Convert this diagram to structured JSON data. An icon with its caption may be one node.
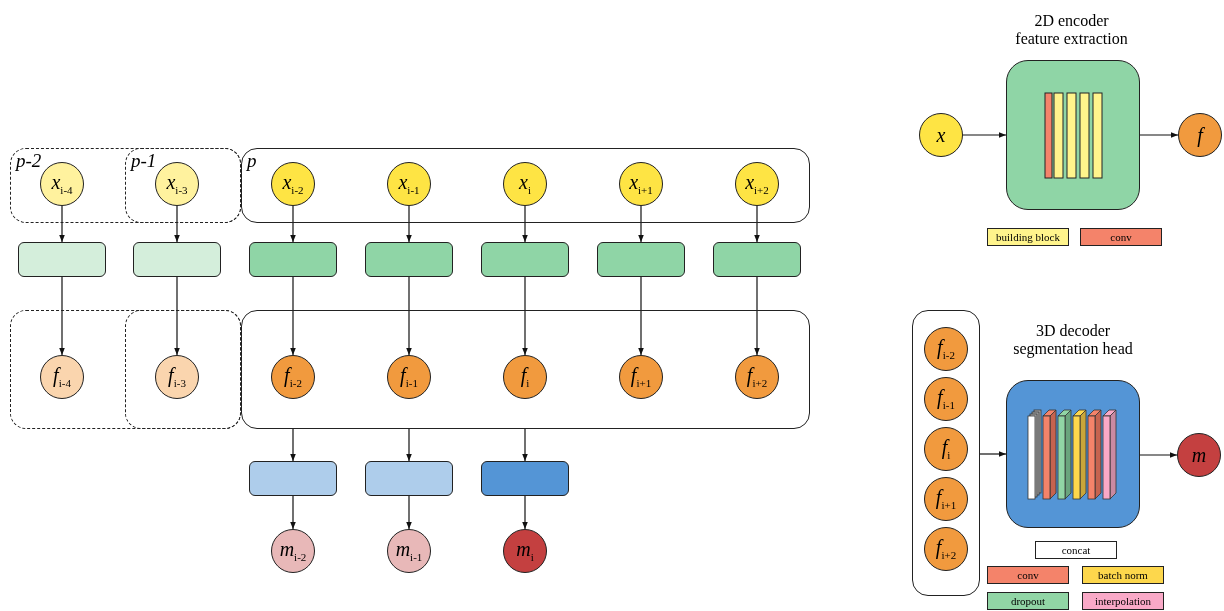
{
  "diagram": {
    "nodes": [
      {
        "text": [
          "p-2"
        ]
      },
      {
        "text": [
          "p-1"
        ],
        "in": 0
      },
      {
        "text": [
          "p"
        ]
      },
      {
        "text": [
          "x$_{i-4}$"
        ],
        "in": 0
      },
      {
        "text": [
          "x$_{i-3}$"
        ],
        "in": 1
      },
      {
        "text": [
          "x$_{i-2}$"
        ],
        "in": 2
      },
      {
        "text": [
          "x$_{i-1}$"
        ],
        "in": 2
      },
      {
        "text": [
          "x$_{i}$"
        ],
        "in": 2
      },
      {
        "text": [
          "x$_{i+1}$"
        ],
        "in": 2
      },
      {
        "text": [
          "x$_{i+2}$"
        ],
        "in": 2
      },
      {
        "text": [],
        "shape": "box"
      },
      {
        "text": [],
        "shape": "box"
      },
      {
        "text": [],
        "shape": "box"
      },
      {
        "text": [],
        "shape": "box"
      },
      {
        "text": [],
        "shape": "box"
      },
      {
        "text": [],
        "shape": "box"
      },
      {
        "text": [],
        "shape": "box"
      },
      {
        "text": [],
        "shape": "box"
      },
      {
        "text": [],
        "shape": "box",
        "in": 17
      },
      {
        "text": [],
        "shape": "box"
      },
      {
        "text": [
          "f$_{i-4}$"
        ],
        "in": 17
      },
      {
        "text": [
          "f$_{i-3}$"
        ],
        "in": 18
      },
      {
        "text": [
          "f$_{i-2}$"
        ],
        "in": 19
      },
      {
        "text": [
          "f$_{i-1}$"
        ],
        "in": 19
      },
      {
        "text": [
          "f$_{i}$"
        ],
        "in": 19
      },
      {
        "text": [
          "f$_{i+1}$"
        ],
        "in": 19
      },
      {
        "text": [
          "f$_{i+2}$"
        ],
        "in": 19
      },
      {
        "text": [],
        "shape": "box"
      },
      {
        "text": [],
        "shape": "box"
      },
      {
        "text": [],
        "shape": "box"
      },
      {
        "text": [
          "m$_{i-2}$"
        ]
      },
      {
        "text": [
          "m$_{i-1}$"
        ]
      },
      {
        "text": [
          "m$_{i}$"
        ]
      },
      {
        "text": [
          "x"
        ]
      },
      {
        "text": [],
        "shape": "box"
      },
      {
        "text": [
          "f"
        ]
      },
      {
        "text": [],
        "shape": "box"
      },
      {
        "text": [
          "f$_{i-2}$"
        ],
        "in": 36
      },
      {
        "text": [
          "f$_{i-1}$"
        ],
        "in": 36
      },
      {
        "text": [
          "f$_{i}$"
        ],
        "in": 36
      },
      {
        "text": [
          "f$_{i+1}$"
        ],
        "in": 36
      },
      {
        "text": [
          "f$_{i+2}$"
        ],
        "in": 36
      },
      {
        "text": [],
        "shape": "box"
      },
      {
        "text": [
          "m"
        ]
      }
    ],
    "edges": [
      {
        "from": 3,
        "to": 10,
        "arrow": "to"
      },
      {
        "from": 4,
        "to": 11,
        "arrow": "to"
      },
      {
        "from": 5,
        "to": 12,
        "arrow": "to"
      },
      {
        "from": 6,
        "to": 13,
        "arrow": "to"
      },
      {
        "from": 7,
        "to": 14,
        "arrow": "to"
      },
      {
        "from": 8,
        "to": 15,
        "arrow": "to"
      },
      {
        "from": 9,
        "to": 16,
        "arrow": "to"
      },
      {
        "from": 10,
        "to": 20,
        "arrow": "to"
      },
      {
        "from": 11,
        "to": 21,
        "arrow": "to"
      },
      {
        "from": 12,
        "to": 22,
        "arrow": "to"
      },
      {
        "from": 13,
        "to": 23,
        "arrow": "to"
      },
      {
        "from": 14,
        "to": 24,
        "arrow": "to"
      },
      {
        "from": 15,
        "to": 25,
        "arrow": "to"
      },
      {
        "from": 16,
        "to": 26,
        "arrow": "to"
      },
      {
        "from": 19,
        "to": 27,
        "arrow": "to"
      },
      {
        "from": 19,
        "to": 28,
        "arrow": "to"
      },
      {
        "from": 19,
        "to": 29,
        "arrow": "to"
      },
      {
        "from": 27,
        "to": 30,
        "arrow": "to"
      },
      {
        "from": 28,
        "to": 31,
        "arrow": "to"
      },
      {
        "from": 29,
        "to": 32,
        "arrow": "to"
      },
      {
        "from": 33,
        "to": 34,
        "arrow": "to"
      },
      {
        "from": 34,
        "to": 35,
        "arrow": "to"
      },
      {
        "from": 36,
        "to": 42,
        "arrow": "to"
      },
      {
        "from": 42,
        "to": 43,
        "arrow": "to"
      }
    ],
    "labels": [
      "2D encoder feature extraction",
      "3D decoder segmentation head"
    ],
    "legend": [
      {
        "text": "building block",
        "color": "#fff48c"
      },
      {
        "text": "conv",
        "color": "#f4836a"
      },
      {
        "text": "concat",
        "color": "#ffffff"
      },
      {
        "text": "conv",
        "color": "#f4836a"
      },
      {
        "text": "batch norm",
        "color": "#fdd74c"
      },
      {
        "text": "dropout",
        "color": "#91d5a5"
      },
      {
        "text": "interpolation",
        "color": "#f9a9c7"
      }
    ]
  }
}
